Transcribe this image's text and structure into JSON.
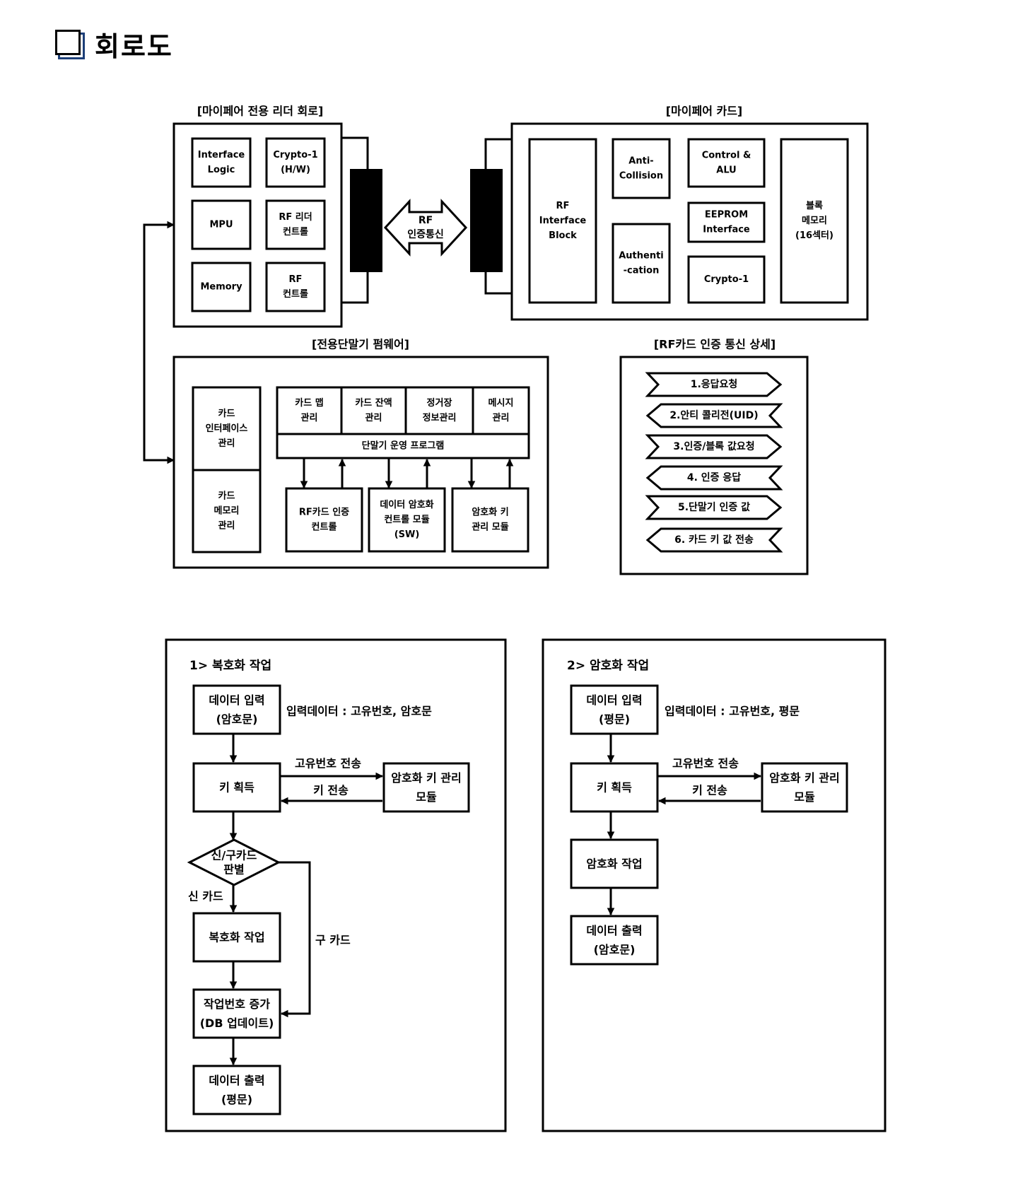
{
  "header": {
    "title": "회로도"
  },
  "reader": {
    "title": "[마이페어 전용 리더 회로]",
    "blocks": [
      [
        "Interface",
        "Logic"
      ],
      [
        "Crypto-1",
        "(H/W)"
      ],
      [
        "MPU"
      ],
      [
        "RF 리더",
        "컨트롤"
      ],
      [
        "Memory"
      ],
      [
        "RF",
        "컨트롤"
      ]
    ]
  },
  "link": {
    "label": [
      "RF",
      "인증통신"
    ]
  },
  "card": {
    "title": "[마이페어 카드]",
    "rf_block": [
      "RF",
      "Interface",
      "Block"
    ],
    "anti": [
      "Anti-",
      "Collision"
    ],
    "auth": [
      "Authenti",
      "-cation"
    ],
    "control": [
      "Control &",
      "ALU"
    ],
    "eeprom": [
      "EEPROM",
      "Interface"
    ],
    "crypto": [
      "Crypto-1"
    ],
    "block_memory": [
      "블록",
      "메모리",
      "(16섹터)"
    ]
  },
  "terminal": {
    "title": "[전용단말기 펌웨어]",
    "card_if": [
      "카드",
      "인터페이스",
      "관리"
    ],
    "card_mem": [
      "카드",
      "메모리",
      "관리"
    ],
    "modules": [
      [
        "카드 맵",
        "관리"
      ],
      [
        "카드 잔액",
        "관리"
      ],
      [
        "정거장",
        "정보관리"
      ],
      [
        "메시지",
        "관리"
      ]
    ],
    "program": "단말기 운영 프로그램",
    "sub_modules": [
      [
        "RF카드 인증",
        "컨트롤"
      ],
      [
        "데이터 암호화",
        "컨트롤 모듈",
        "(SW)"
      ],
      [
        "암호화 키",
        "관리 모듈"
      ]
    ]
  },
  "rf_detail": {
    "title": "[RF카드 인증 통신 상세]",
    "steps": [
      "1.응답요청",
      "2.안티 콜리전(UID)",
      "3.인증/블록 값요청",
      "4. 인증 응답",
      "5.단말기 인증 값",
      "6. 카드 키 값 전송"
    ]
  },
  "decrypt": {
    "title": "1> 복호화 작업",
    "input": [
      "데이터 입력",
      "(암호문)"
    ],
    "input_note": "입력데이터 : 고유번호, 암호문",
    "key": "키 획득",
    "send_label": "고유번호 전송",
    "recv_label": "키 전송",
    "key_module": [
      "암호화 키 관리",
      "모듈"
    ],
    "decision": [
      "신/구카드",
      "판별"
    ],
    "new_label": "신 카드",
    "old_label": "구 카드",
    "work": "복호화 작업",
    "counter": [
      "작업번호 증가",
      "(DB 업데이트)"
    ],
    "output": [
      "데이터 출력",
      "(평문)"
    ]
  },
  "encrypt": {
    "title": "2> 암호화 작업",
    "input": [
      "데이터 입력",
      "(평문)"
    ],
    "input_note": "입력데이터 : 고유번호, 평문",
    "key": "키 획득",
    "send_label": "고유번호 전송",
    "recv_label": "키 전송",
    "key_module": [
      "암호화 키 관리",
      "모듈"
    ],
    "work": "암호화 작업",
    "output": [
      "데이터 출력",
      "(암호문)"
    ]
  }
}
